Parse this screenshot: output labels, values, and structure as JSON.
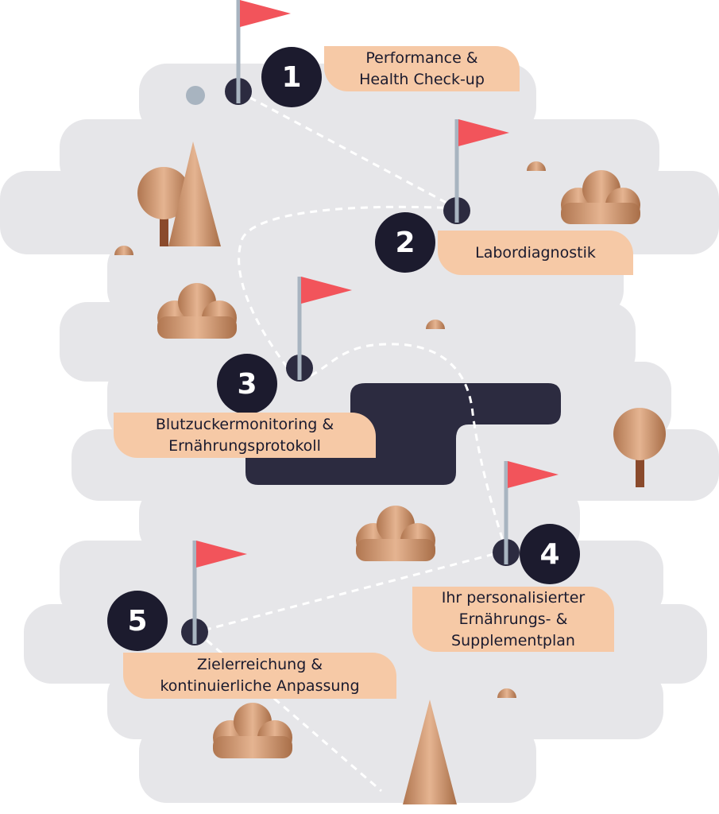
{
  "steps": [
    {
      "number": "1",
      "label": "Performance &\nHealth Check-up"
    },
    {
      "number": "2",
      "label": "Labordiagnostik"
    },
    {
      "number": "3",
      "label": "Blutzuckermonitoring &\nErnährungsprotokoll"
    },
    {
      "number": "4",
      "label": "Ihr personalisierter\nErnährungs- &\nSupplementplan"
    },
    {
      "number": "5",
      "label": "Zielerreichung &\nkontinuierliche Anpassung"
    }
  ],
  "colors": {
    "background_shape": "#e6e6e9",
    "flag": "#f2545b",
    "pole": "#a8b4c0",
    "hole": "#2c2b40",
    "number_circle": "#1c1b2e",
    "label_bg": "#f6c9a6",
    "water": "#2c2b40",
    "copper": "#c88a5e"
  }
}
